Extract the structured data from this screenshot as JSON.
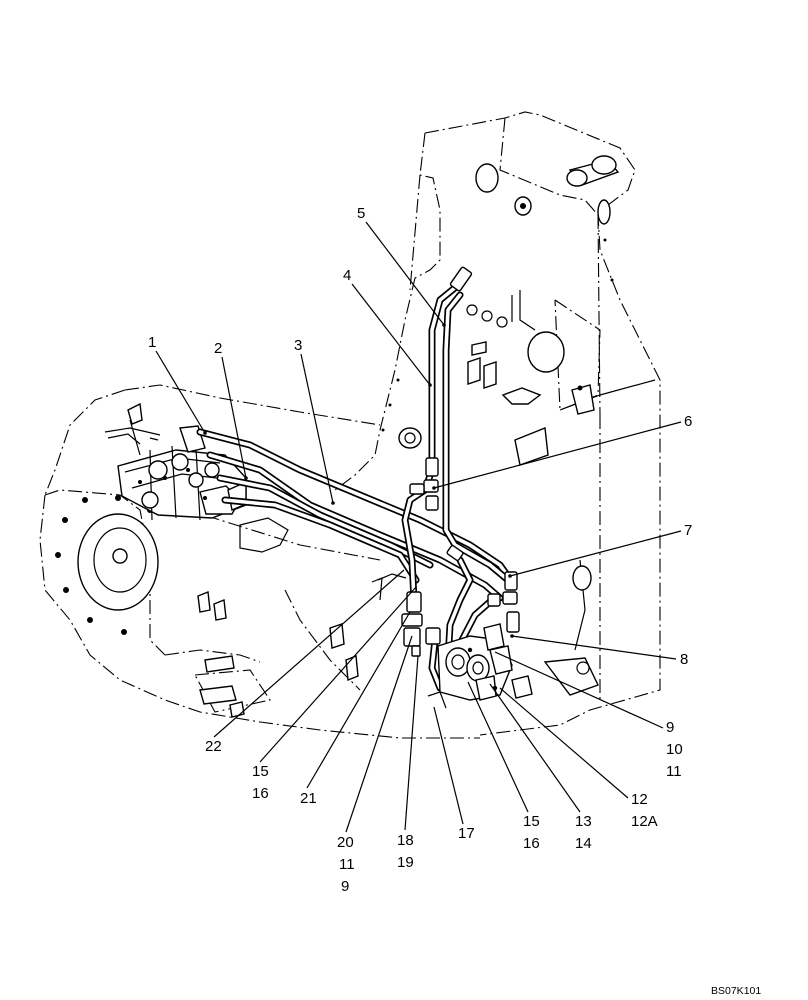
{
  "drawing_code": "BS07K101",
  "callouts": {
    "c1": "1",
    "c2": "2",
    "c3": "3",
    "c4": "4",
    "c5": "5",
    "c6": "6",
    "c7": "7",
    "c8": "8",
    "c9_10_11_a": "9",
    "c9_10_11_b": "10",
    "c9_10_11_c": "11",
    "c12_a": "12",
    "c12_b": "12A",
    "c13_a": "13",
    "c13_b": "14",
    "c15r_a": "15",
    "c15r_b": "16",
    "c17": "17",
    "c18_a": "18",
    "c18_b": "19",
    "c20_a": "20",
    "c20_b": "11",
    "c20_c": "9",
    "c21": "21",
    "c15l_a": "15",
    "c15l_b": "16",
    "c22": "22"
  }
}
